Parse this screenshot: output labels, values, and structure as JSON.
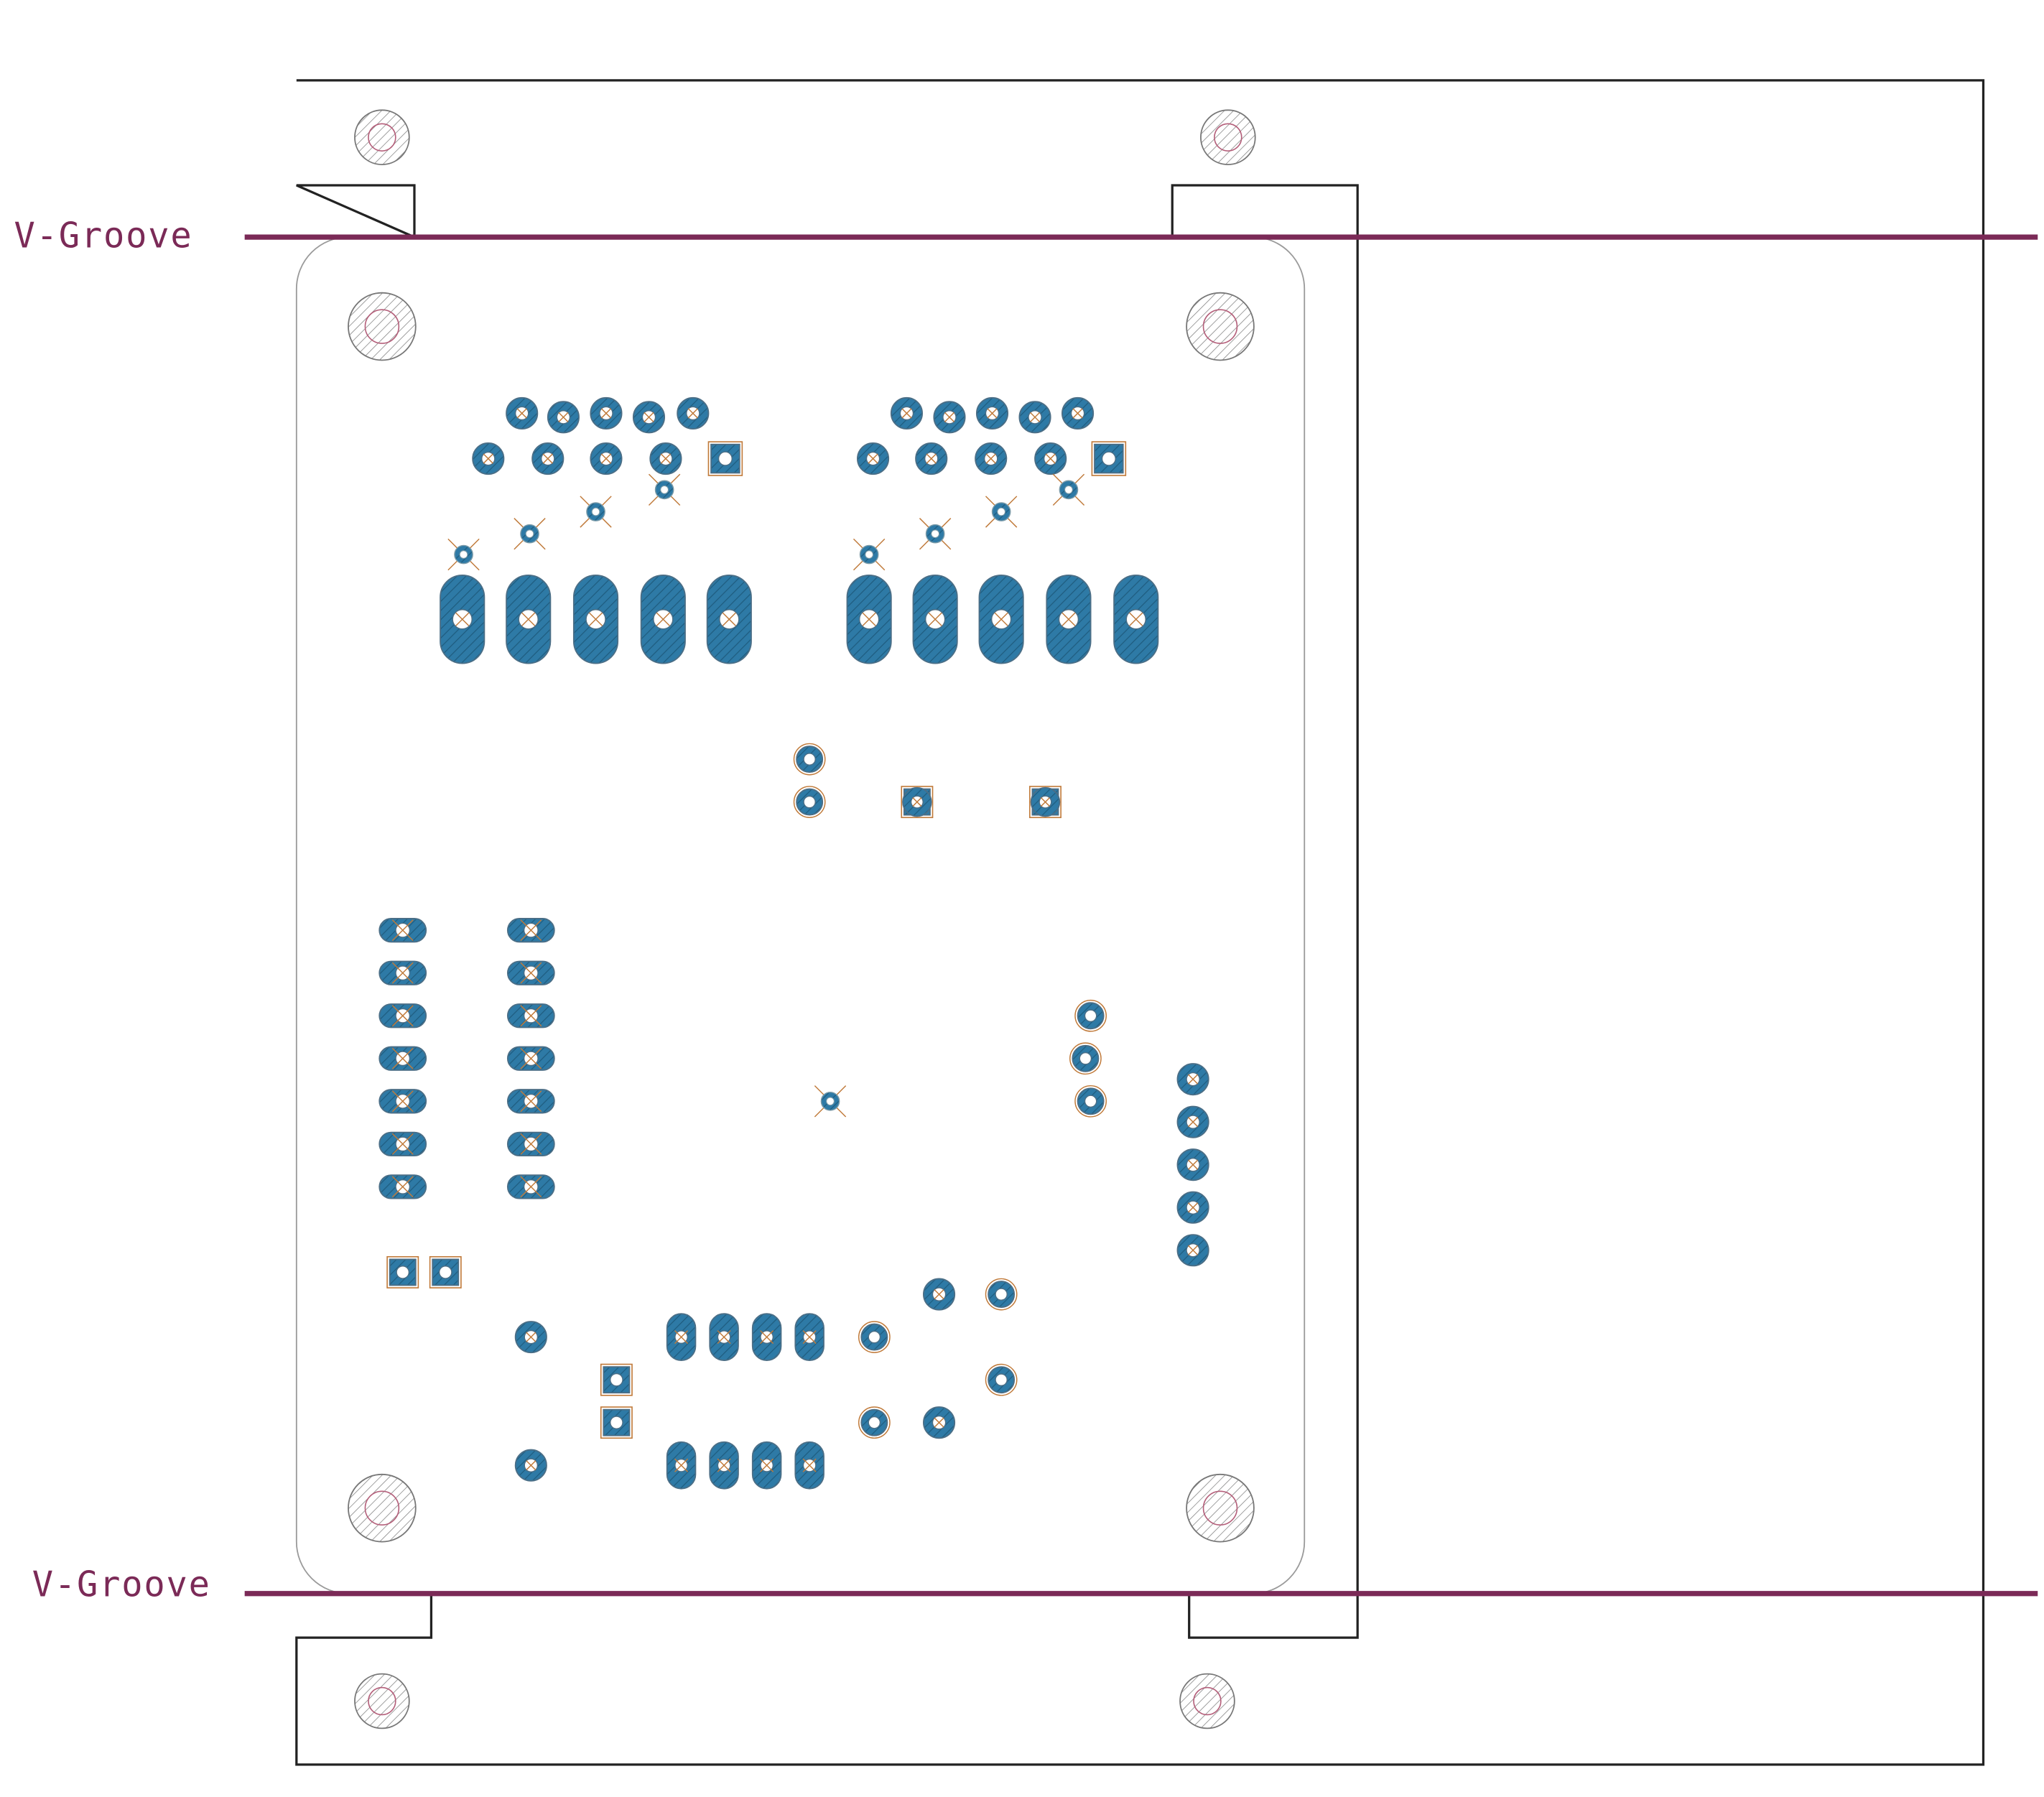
{
  "labels": {
    "v_groove_top": "V-Groove",
    "v_groove_bottom": "V-Groove"
  },
  "colors": {
    "background": "#ffffff",
    "outline": "#222222",
    "board_edge": "#9a9a9a",
    "v_groove": "#7b2a57",
    "pad_fill": "#2e7aa6",
    "pad_hatch": "#1f5d80",
    "pad_stroke": "#4b6e86",
    "drill_fill": "#ffffff",
    "drill_mark": "#c07a3a",
    "hole_hatch": "#8a8a8a",
    "hole_ring": "#b45f7a"
  },
  "components": {
    "mounting_holes_board": 4,
    "mounting_holes_frame": 4,
    "connector_pin_rows": 2,
    "oval_pad_row_left": 5,
    "oval_pad_row_right": 5
  }
}
